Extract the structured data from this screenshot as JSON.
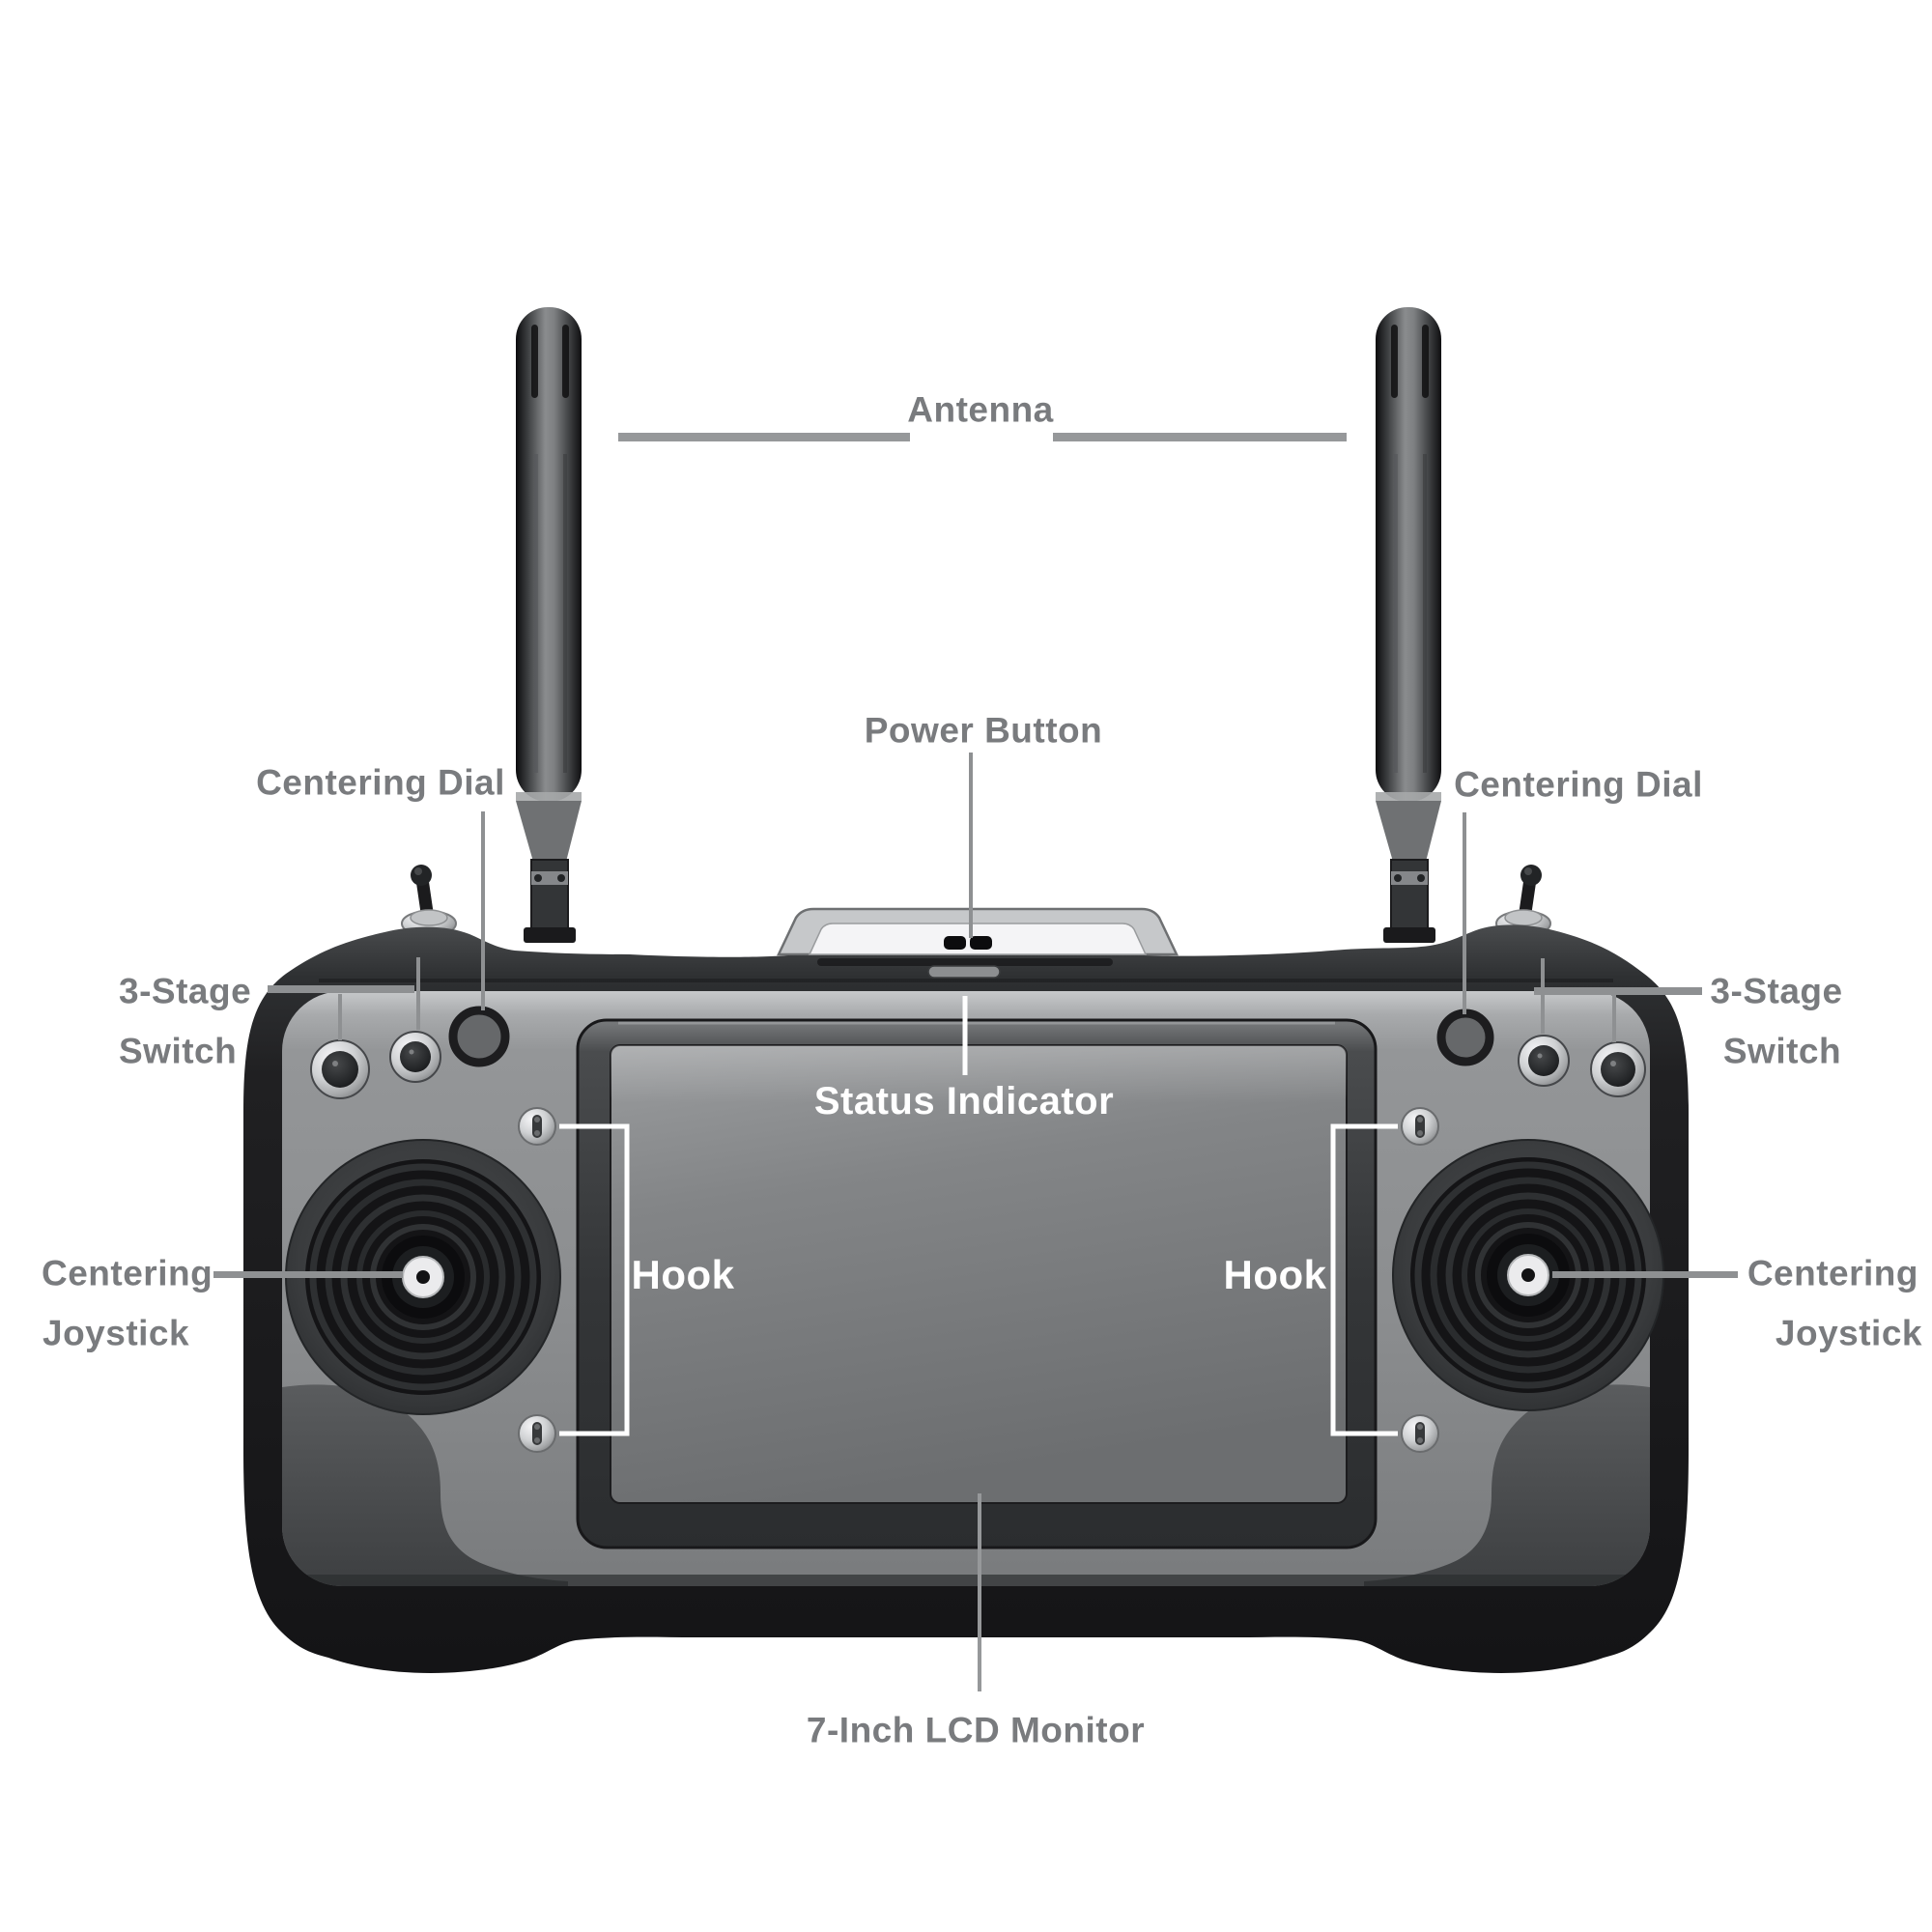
{
  "labels": {
    "antenna": "Antenna",
    "power_button": "Power Button",
    "centering_dial": "Centering Dial",
    "stage_switch_line1": "3-Stage",
    "stage_switch_line2": "Switch",
    "status_indicator": "Status Indicator",
    "hook": "Hook",
    "centering_joystick_line1": "Centering",
    "centering_joystick_line2": "Joystick",
    "lcd_monitor": "7-Inch LCD Monitor"
  },
  "colors": {
    "background": "#ffffff",
    "label_gray": "#797b7e",
    "label_white": "#ffffff",
    "leader_gray": "#96989a",
    "leader_white": "#ffffff",
    "body_black": "#1d1d1f",
    "faceplate_gray": "#8f9193",
    "grip_gray": "#47494b",
    "screen_gray": "#7d7f81",
    "chrome": "#d6d8da"
  }
}
